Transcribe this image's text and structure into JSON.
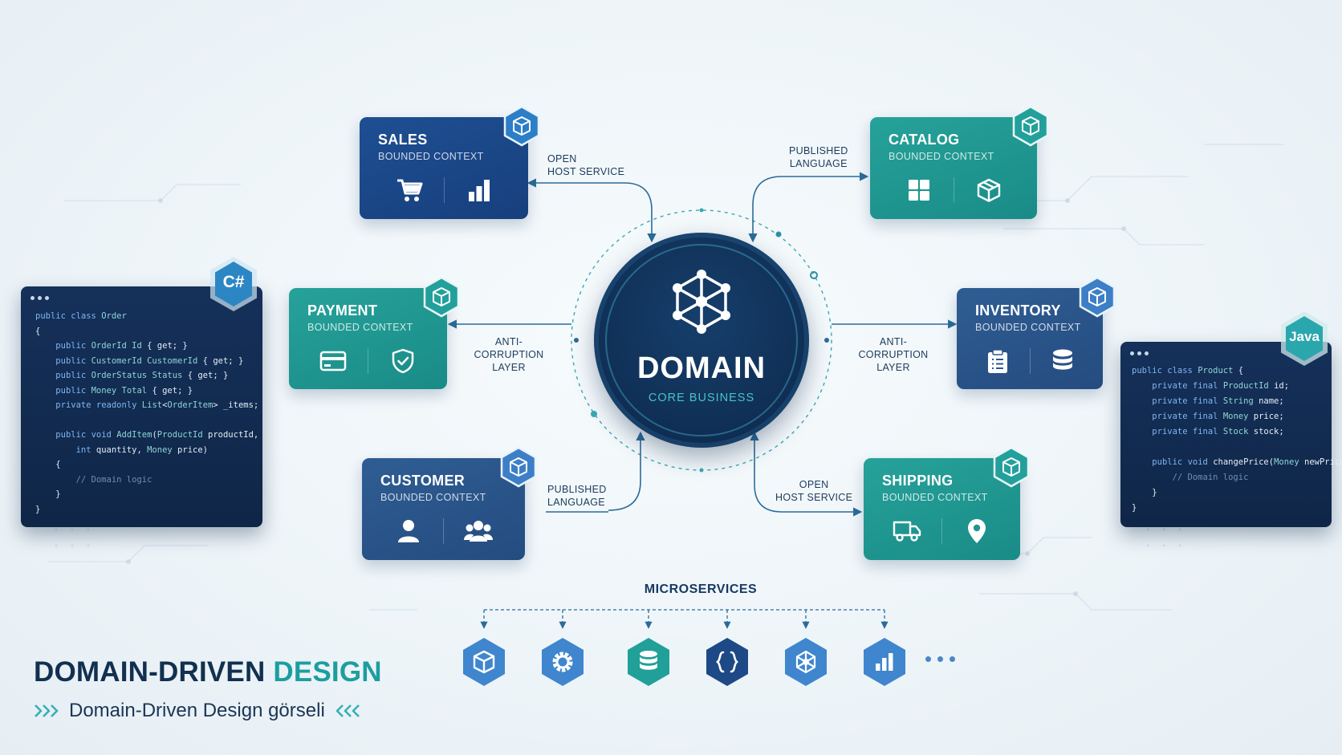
{
  "colors": {
    "navy": "#0f2e54",
    "blue_card": "#1e4f93",
    "teal_card": "#1f9690",
    "slate_card": "#2b5790",
    "accent_teal": "#1c9ea0",
    "connector": "#2a6c9a"
  },
  "center": {
    "title": "DOMAIN",
    "subtitle": "CORE BUSINESS",
    "icon": "hexagon-network-icon"
  },
  "contexts": {
    "sales": {
      "title": "SALES",
      "subtitle": "BOUNDED CONTEXT",
      "icons": [
        "shopping-cart-icon",
        "bar-chart-icon"
      ],
      "badge_icon": "cube-icon"
    },
    "catalog": {
      "title": "CATALOG",
      "subtitle": "BOUNDED CONTEXT",
      "icons": [
        "grid-icon",
        "box-icon"
      ],
      "badge_icon": "cube-icon"
    },
    "payment": {
      "title": "PAYMENT",
      "subtitle": "BOUNDED CONTEXT",
      "icons": [
        "credit-card-icon",
        "shield-check-icon"
      ],
      "badge_icon": "cube-icon"
    },
    "inventory": {
      "title": "INVENTORY",
      "subtitle": "BOUNDED CONTEXT",
      "icons": [
        "clipboard-icon",
        "database-icon"
      ],
      "badge_icon": "cube-icon"
    },
    "customer": {
      "title": "CUSTOMER",
      "subtitle": "BOUNDED CONTEXT",
      "icons": [
        "user-icon",
        "users-icon"
      ],
      "badge_icon": "cube-icon"
    },
    "shipping": {
      "title": "SHIPPING",
      "subtitle": "BOUNDED CONTEXT",
      "icons": [
        "truck-icon",
        "map-pin-icon"
      ],
      "badge_icon": "cube-icon"
    }
  },
  "connections": {
    "sales": [
      "OPEN",
      "HOST SERVICE"
    ],
    "catalog": [
      "PUBLISHED",
      "LANGUAGE"
    ],
    "payment": [
      "ANTI-CORRUPTION",
      "LAYER"
    ],
    "inventory": [
      "ANTI-CORRUPTION",
      "LAYER"
    ],
    "customer": [
      "PUBLISHED",
      "LANGUAGE"
    ],
    "shipping": [
      "OPEN",
      "HOST SERVICE"
    ]
  },
  "code_csharp": {
    "badge": "C#",
    "lines": [
      "public class Order",
      "{",
      "    public OrderId Id { get; }",
      "    public CustomerId CustomerId { get; }",
      "    public OrderStatus Status { get; }",
      "    public Money Total { get; }",
      "    private readonly List<OrderItem> _items;",
      "",
      "    public void AddItem(ProductId productId,",
      "        int quantity, Money price)",
      "    {",
      "        // Domain logic",
      "    }",
      "}"
    ]
  },
  "code_java": {
    "badge": "Java",
    "lines": [
      "public class Product {",
      "    private final ProductId id;",
      "    private final String name;",
      "    private final Money price;",
      "    private final Stock stock;",
      "",
      "    public void changePrice(Money newPrice) {",
      "        // Domain logic",
      "    }",
      "}"
    ]
  },
  "microservices": {
    "title": "MICROSERVICES",
    "icons": [
      "cube-icon",
      "gear-icon",
      "database-icon",
      "braces-icon",
      "hexagon-network-icon",
      "bar-chart-icon"
    ],
    "more": "more-dots"
  },
  "footer": {
    "title_main": "DOMAIN-DRIVEN ",
    "title_accent": "DESIGN",
    "subtitle": "Domain-Driven Design görseli"
  }
}
